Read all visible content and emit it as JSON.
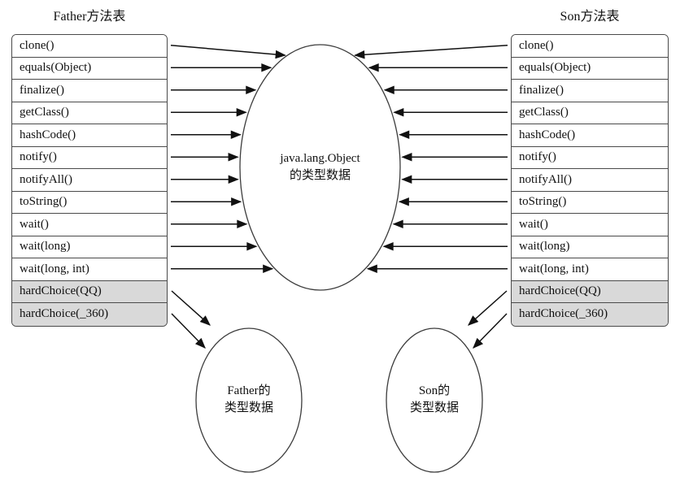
{
  "father_table": {
    "title": "Father方法表"
  },
  "son_table": {
    "title": "Son方法表"
  },
  "object_methods": [
    "clone()",
    "equals(Object)",
    "finalize()",
    "getClass()",
    "hashCode()",
    "notify()",
    "notifyAll()",
    "toString()",
    "wait()",
    "wait(long)",
    "wait(long, int)"
  ],
  "hard_choice_methods": [
    "hardChoice(QQ)",
    "hardChoice(_360)"
  ],
  "ellipses": {
    "object": {
      "line1": "java.lang.Object",
      "line2": "的类型数据"
    },
    "father": {
      "line1": "Father的",
      "line2": "类型数据"
    },
    "son": {
      "line1": "Son的",
      "line2": "类型数据"
    }
  },
  "colors": {
    "hard_choice_bg": "#d9d9d9",
    "arrow": "#111111",
    "border": "#4a4a4a"
  }
}
